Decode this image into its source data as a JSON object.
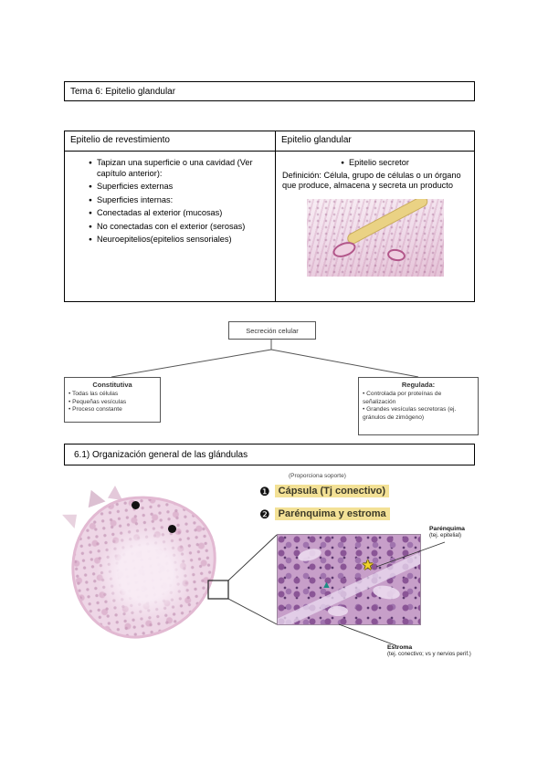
{
  "page": {
    "title": "Tema 6: Epitelio glandular"
  },
  "glyphs": {
    "bullet": "●",
    "marker1": "❶",
    "marker2": "❷",
    "star": "★",
    "triangle": "▲"
  },
  "comparison_table": {
    "header_left": "Epitelio de revestimiento",
    "header_right": "Epitelio glandular",
    "left_items": [
      "Tapizan una superficie o una cavidad (Ver capítulo anterior):",
      "Superficies externas",
      "Superficies internas:",
      "Conectadas al exterior (mucosas)",
      "No conectadas con el exterior (serosas)",
      "Neuroepitelios(epitelios sensoriales)"
    ],
    "right_bullet": "Epitelio secretor",
    "right_definition": "Definición: Célula, grupo de células o un órgano que produce, almacena y secreta un producto"
  },
  "secretion_diagram": {
    "root_label": "Secreción celular",
    "constitutive": {
      "title": "Constitutiva",
      "items": [
        "• Todas las células",
        "• Pequeñas vesículas",
        "• Proceso constante"
      ]
    },
    "regulated": {
      "title": "Regulada:",
      "items": [
        "• Controlada por proteínas de señalización",
        "• Grandes vesículas secretoras (ej. gránulos de zimógeno)"
      ]
    }
  },
  "section_heading": "6.1) Organización general de las glándulas",
  "figure": {
    "support_note": "(Proporciona soporte)",
    "items": [
      {
        "marker": "❶",
        "label": "Cápsula (Tj conectivo)"
      },
      {
        "marker": "❷",
        "label": "Parénquima y estroma"
      }
    ],
    "parenchyma_label": {
      "title": "Parénquima",
      "subtitle": "(tej. epitelial)"
    },
    "stroma_label": {
      "title": "Estroma",
      "subtitle": "(tej. conectivo; vs y nervios perif.)"
    }
  },
  "colors": {
    "highlight_yellow": "#f3e196",
    "star_yellow": "#f2d32b",
    "triangle_teal": "#1d8d84"
  }
}
